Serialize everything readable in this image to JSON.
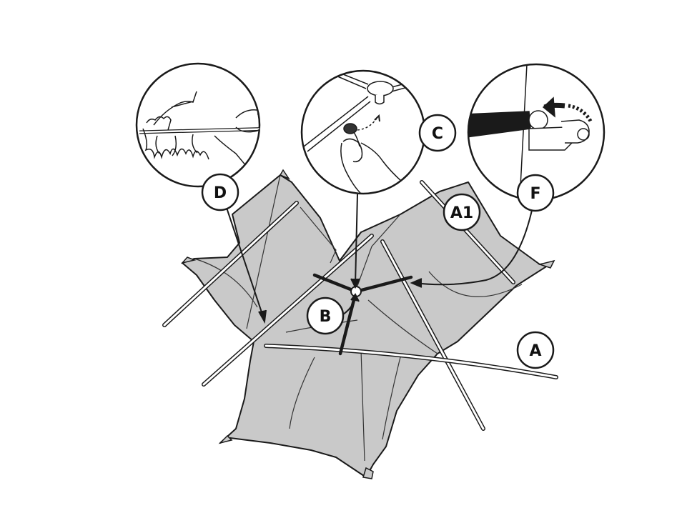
{
  "colors": {
    "fabric": "#c9c9c9",
    "outline": "#1a1a1a",
    "pole": "#ffffff",
    "background": "#ffffff"
  },
  "callouts": [
    {
      "id": "A",
      "label": "A"
    },
    {
      "id": "A1",
      "label": "A1"
    },
    {
      "id": "B",
      "label": "B"
    },
    {
      "id": "C",
      "label": "C"
    },
    {
      "id": "D",
      "label": "D"
    },
    {
      "id": "F",
      "label": "F"
    }
  ],
  "detail_views": [
    {
      "id": "D",
      "icon": "hands-pulling-pole-icon"
    },
    {
      "id": "C",
      "icon": "hub-clip-attach-icon"
    },
    {
      "id": "F",
      "icon": "pole-end-clip-icon"
    }
  ]
}
